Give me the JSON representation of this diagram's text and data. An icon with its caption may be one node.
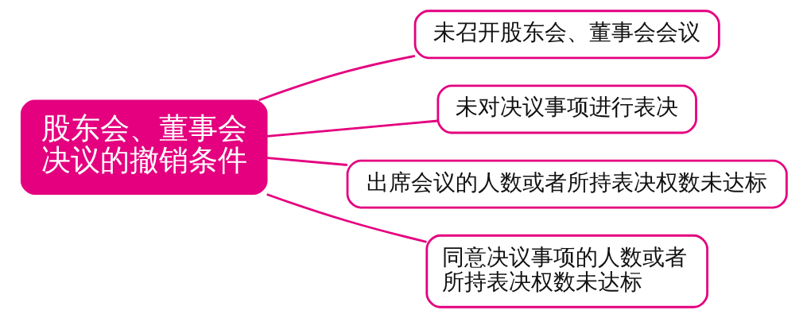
{
  "diagram": {
    "nodes": [
      {
        "text": [
          "股东会、董事会决议的撤销条件"
        ]
      },
      {
        "text": [
          "未召开股东会、董事会会议"
        ]
      },
      {
        "text": [
          "未对决议事项进行表决"
        ]
      },
      {
        "text": [
          "出席会议的人数或者所持表决权数未达标"
        ]
      },
      {
        "text": [
          "同意决议事项的人数或者所持表决权数未达标"
        ]
      }
    ],
    "edges": [
      {
        "from": 0,
        "to": 1,
        "arrow": "none"
      },
      {
        "from": 0,
        "to": 2,
        "arrow": "none"
      },
      {
        "from": 0,
        "to": 3,
        "arrow": "none"
      },
      {
        "from": 0,
        "to": 4,
        "arrow": "none"
      }
    ]
  }
}
